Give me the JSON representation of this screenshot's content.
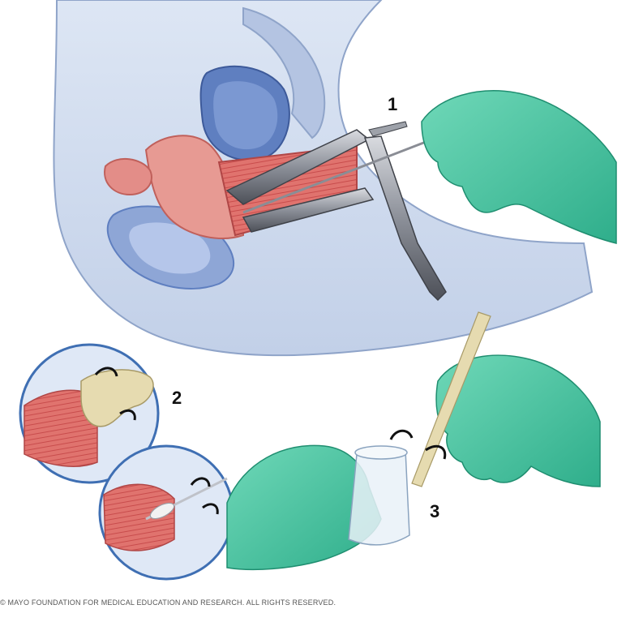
{
  "steps": {
    "step1": "1",
    "step2": "2",
    "step3": "3"
  },
  "copyright": "© MAYO FOUNDATION FOR MEDICAL EDUCATION AND RESEARCH. ALL RIGHTS RESERVED.",
  "colors": {
    "background": "#ffffff",
    "body_silhouette": "#c5d3ea",
    "body_outline": "#8fa4c9",
    "organ_pink": "#e79a93",
    "tissue_red": "#d35a58",
    "glove_green": "#4fc6a4",
    "instrument_gray": "#8c9099",
    "spatula_tan": "#e6dbb0",
    "text": "#111111"
  },
  "icons": {
    "rotation_arrow": "rotate-arrow-icon"
  }
}
